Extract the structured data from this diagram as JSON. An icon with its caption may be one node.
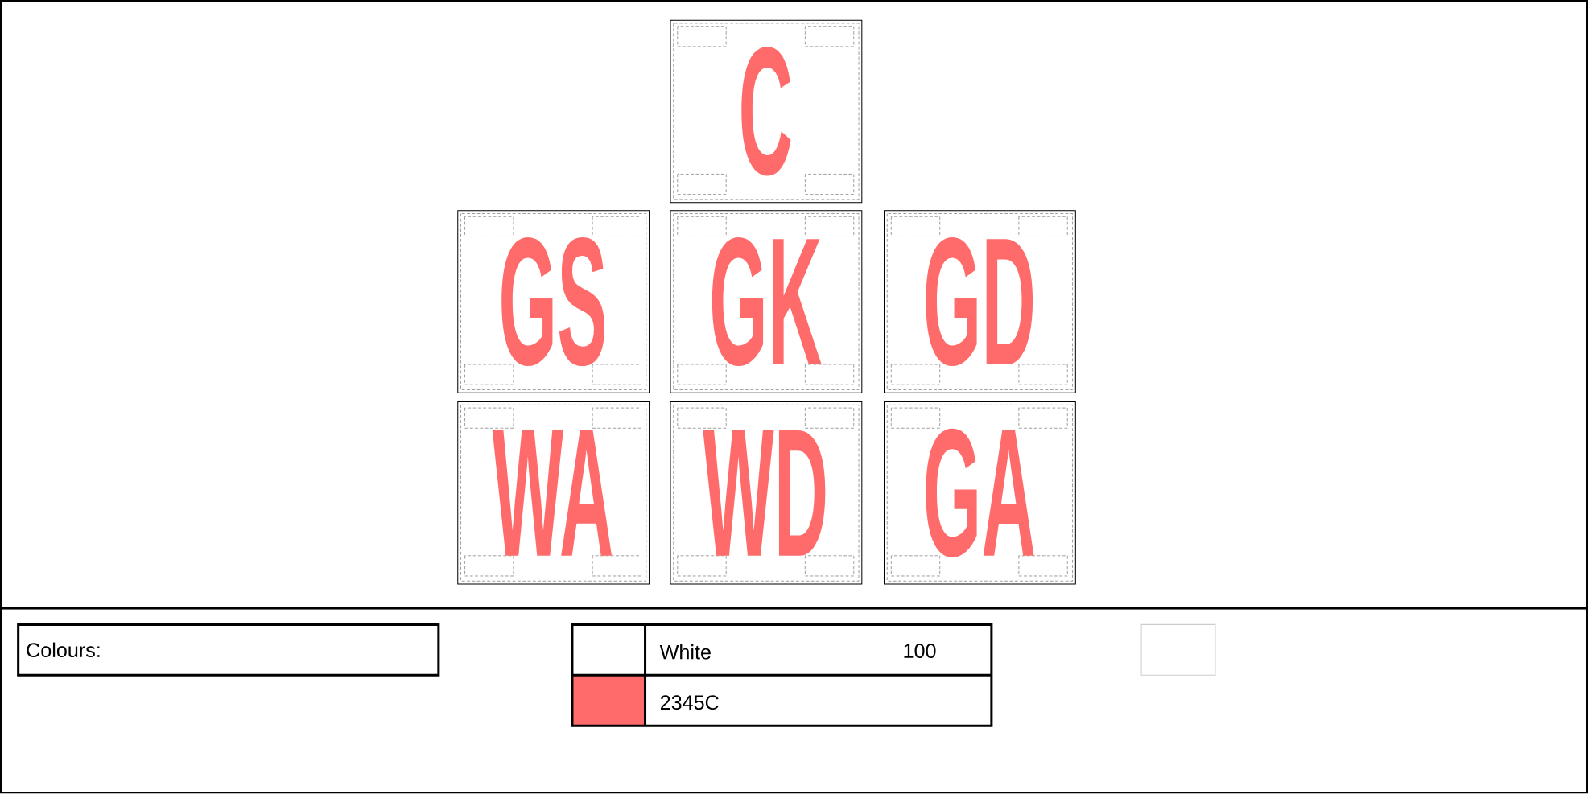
{
  "diagram": {
    "nodes": [
      {
        "text": [
          "C"
        ]
      },
      {
        "text": [
          "GS"
        ]
      },
      {
        "text": [
          "GK"
        ]
      },
      {
        "text": [
          "GD"
        ]
      },
      {
        "text": [
          "WA"
        ]
      },
      {
        "text": [
          "WD"
        ]
      },
      {
        "text": [
          "GA"
        ]
      },
      {
        "text": [
          "Colours:"
        ]
      },
      {
        "text": [],
        "shape": "box"
      }
    ],
    "labels": [
      "100"
    ],
    "legend": [
      {
        "text": "White",
        "color": "#ffffff"
      },
      {
        "text": "2345C",
        "color": "#ff6b6b"
      }
    ]
  }
}
